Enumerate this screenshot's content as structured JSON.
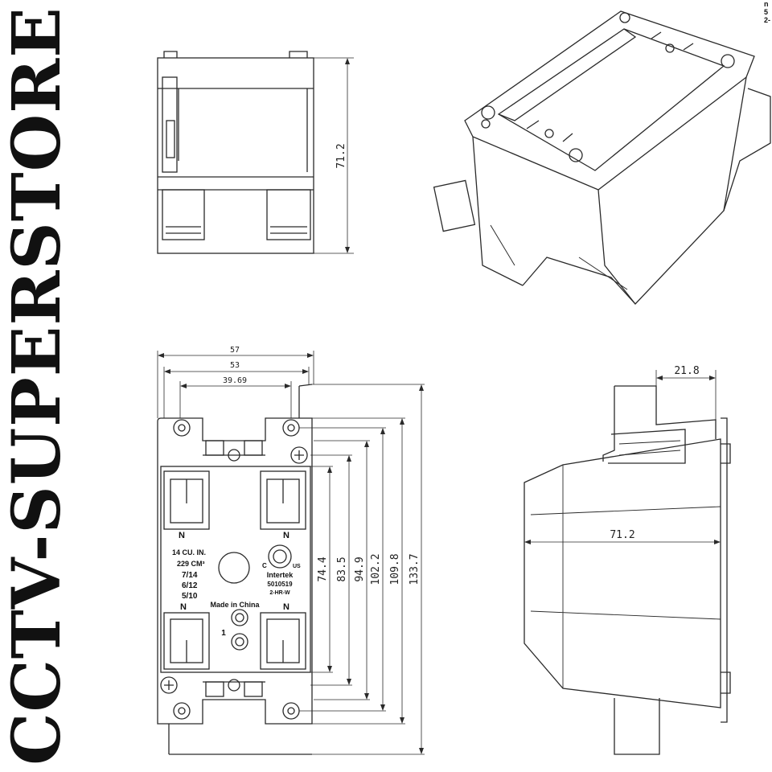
{
  "brand": {
    "watermark": "CCTV-SUPERSTORE"
  },
  "corner_fragment": [
    "n",
    "5",
    "2-"
  ],
  "front_view": {
    "dims": {
      "width_outer": "57",
      "width_mid": "53",
      "width_inner": "39.69",
      "h1": "74.4",
      "h2": "83.5",
      "h3": "94.9",
      "h4": "102.2",
      "h5": "109.8",
      "h6": "133.7"
    },
    "labels": {
      "n_top_left": "N",
      "n_top_right": "N",
      "n_bottom_left": "N",
      "n_bottom_right": "N",
      "capacity_in": "14 CU. IN.",
      "capacity_cm": "229 CM³",
      "wire_1": "7/14",
      "wire_2": "6/12",
      "wire_3": "5/10",
      "cert_c": "C",
      "cert_us": "US",
      "cert_brand": "Intertek",
      "cert_no": "5010519",
      "model": "2-HR-W",
      "made_in": "Made in China",
      "number_one": "1"
    }
  },
  "top_view": {
    "dims": {
      "height": "71.2"
    }
  },
  "side_view": {
    "dims": {
      "depth": "71.2",
      "flange": "21.8"
    }
  }
}
